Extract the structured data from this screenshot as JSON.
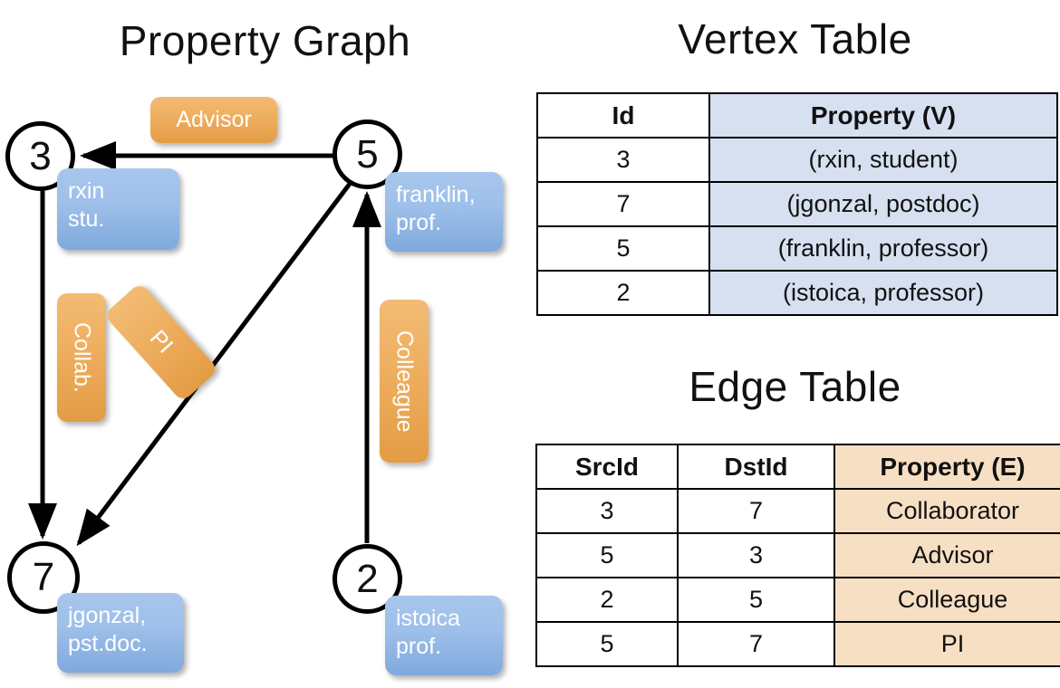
{
  "graph": {
    "title": "Property Graph",
    "nodes": [
      {
        "id": "3",
        "property_line1": "rxin",
        "property_line2": "stu."
      },
      {
        "id": "5",
        "property_line1": "franklin,",
        "property_line2": "prof."
      },
      {
        "id": "7",
        "property_line1": "jgonzal,",
        "property_line2": "pst.doc."
      },
      {
        "id": "2",
        "property_line1": "istoica",
        "property_line2": "prof."
      }
    ],
    "edge_labels": [
      {
        "name": "advisor-label",
        "text": "Advisor"
      },
      {
        "name": "collab-label",
        "text": "Collab."
      },
      {
        "name": "pi-label",
        "text": "PI"
      },
      {
        "name": "colleague-label",
        "text": "Colleague"
      }
    ],
    "colors": {
      "vertex_box": "#9dbfe9",
      "edge_box": "#eeae5f",
      "stroke": "#000000"
    }
  },
  "vertex_table": {
    "title": "Vertex Table",
    "headers": [
      "Id",
      "Property (V)"
    ],
    "rows": [
      [
        "3",
        "(rxin, student)"
      ],
      [
        "7",
        "(jgonzal, postdoc)"
      ],
      [
        "5",
        "(franklin, professor)"
      ],
      [
        "2",
        "(istoica, professor)"
      ]
    ]
  },
  "edge_table": {
    "title": "Edge Table",
    "headers": [
      "SrcId",
      "DstId",
      "Property (E)"
    ],
    "rows": [
      [
        "3",
        "7",
        "Collaborator"
      ],
      [
        "5",
        "3",
        "Advisor"
      ],
      [
        "2",
        "5",
        "Colleague"
      ],
      [
        "5",
        "7",
        "PI"
      ]
    ]
  }
}
